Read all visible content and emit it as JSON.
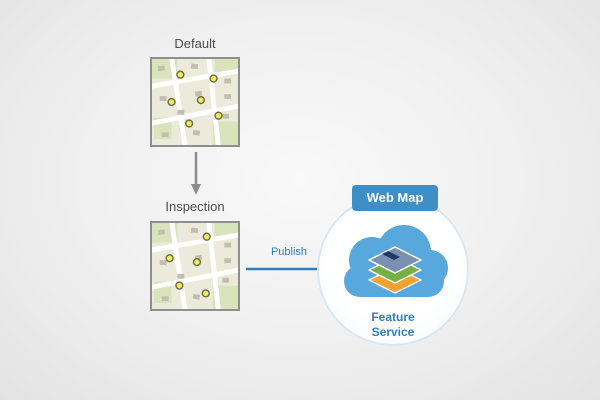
{
  "diagram": {
    "default_label": "Default",
    "inspection_label": "Inspection",
    "publish_label": "Publish",
    "web_map_label": "Web Map",
    "feature_service_label": "Feature Service"
  },
  "colors": {
    "accent_blue": "#2e7fbe",
    "badge_blue": "#3e8ec8",
    "cloud_blue": "#58a7dd",
    "arrow_gray": "#8c8c8c",
    "label_gray": "#4d4d4d",
    "point_yellow": "#f8ec54",
    "map_background": "#eceadb"
  },
  "icons": {
    "map_default": "map-thumbnail-icon",
    "map_inspection": "map-thumbnail-icon",
    "arrow_down": "arrow-down-icon",
    "arrow_right": "arrow-right-icon",
    "cloud": "cloud-icon",
    "layers": "feature-layers-icon"
  }
}
